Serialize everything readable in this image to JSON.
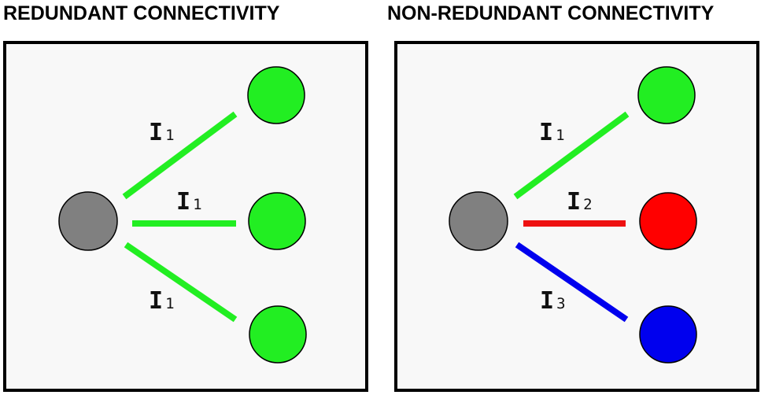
{
  "panels": [
    {
      "title": "REDUNDANT CONNECTIVITY",
      "source_color": "#808080",
      "connections": [
        {
          "label": "I",
          "subscript": "1",
          "edge_color": "#22ee22",
          "target_color": "#22ee22"
        },
        {
          "label": "I",
          "subscript": "1",
          "edge_color": "#22ee22",
          "target_color": "#22ee22"
        },
        {
          "label": "I",
          "subscript": "1",
          "edge_color": "#22ee22",
          "target_color": "#22ee22"
        }
      ]
    },
    {
      "title": "NON-REDUNDANT CONNECTIVITY",
      "source_color": "#808080",
      "connections": [
        {
          "label": "I",
          "subscript": "1",
          "edge_color": "#22ee22",
          "target_color": "#22ee22"
        },
        {
          "label": "I",
          "subscript": "2",
          "edge_color": "#ee1111",
          "target_color": "#ff0000"
        },
        {
          "label": "I",
          "subscript": "3",
          "edge_color": "#0000ee",
          "target_color": "#0000ee"
        }
      ]
    }
  ]
}
